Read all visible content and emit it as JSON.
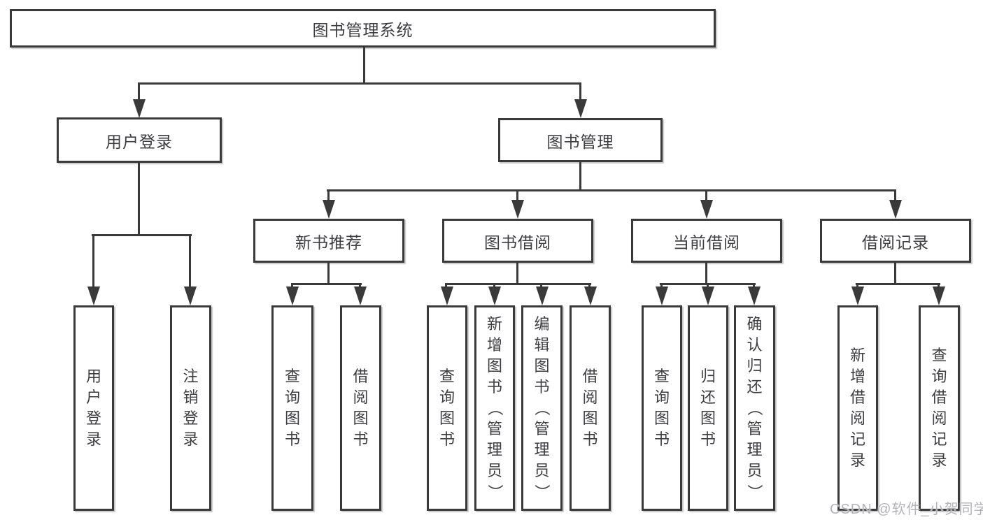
{
  "diagram": {
    "nodes": {
      "root": {
        "label": "图书管理系统"
      },
      "userLogin": {
        "label": "用户登录"
      },
      "bookMgmt": {
        "label": "图书管理"
      },
      "newBookRec": {
        "label": "新书推荐"
      },
      "bookBorrow": {
        "label": "图书借阅"
      },
      "currentBorrow": {
        "label": "当前借阅"
      },
      "borrowRecord": {
        "label": "借阅记录"
      },
      "login": {
        "label": "用户登录"
      },
      "logout": {
        "label": "注销登录"
      },
      "nbrQuery": {
        "label": "查询图书"
      },
      "nbrBorrow": {
        "label": "借阅图书"
      },
      "bbQuery": {
        "label": "查询图书"
      },
      "bbAdd": {
        "label": "新增图书（管理员）"
      },
      "bbEdit": {
        "label": "编辑图书（管理员）"
      },
      "bbBorrow": {
        "label": "借阅图书"
      },
      "cbQuery": {
        "label": "查询图书"
      },
      "cbReturn": {
        "label": "归还图书"
      },
      "cbConfirm": {
        "label": "确认归还（管理员）"
      },
      "brAdd": {
        "label": "新增借阅记录"
      },
      "brQuery": {
        "label": "查询借阅记录"
      }
    },
    "watermark": "CSDN @软件_小贺同学",
    "colors": {
      "line": "#3a3a3a",
      "text": "#3d3d42",
      "background": "#ffffff",
      "watermark": "#b4b4b8"
    }
  }
}
